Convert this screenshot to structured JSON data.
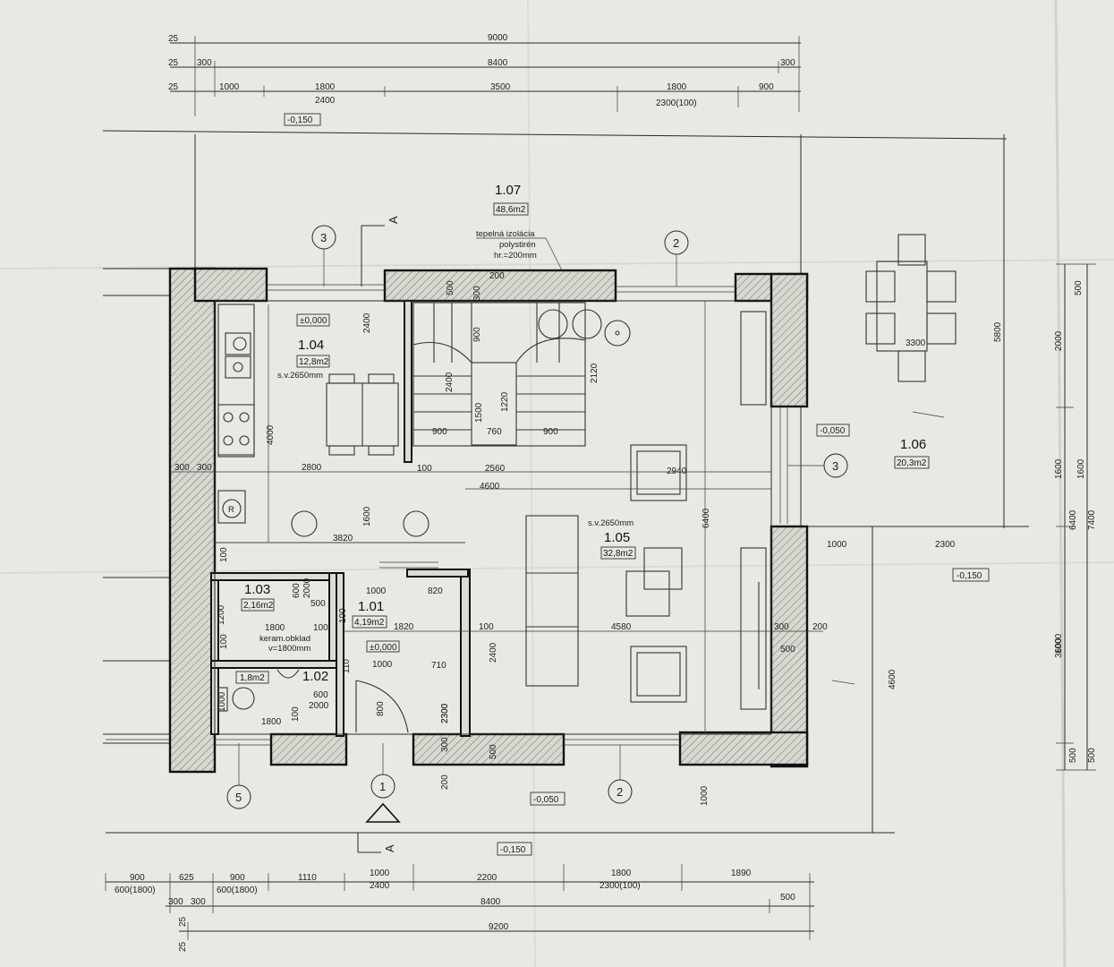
{
  "rooms": {
    "r107": {
      "num": "1.07",
      "area": "48,6m2"
    },
    "r104": {
      "num": "1.04",
      "area": "12,8m2",
      "height": "s.v.2650mm",
      "level": "±0,000"
    },
    "r105": {
      "num": "1.05",
      "area": "32,8m2",
      "height": "s.v.2650mm"
    },
    "r106": {
      "num": "1.06",
      "area": "20,3m2"
    },
    "r103": {
      "num": "1.03",
      "area": "2,16m2"
    },
    "r101": {
      "num": "1.01",
      "area": "4,19m2",
      "level": "±0,000"
    },
    "r102": {
      "num": "1.02",
      "area": "1,8m2"
    }
  },
  "notes": {
    "insulation": [
      "tepelná izolácia",
      "polystirén",
      "hr.=200mm"
    ],
    "tiles": [
      "keram.obklad",
      "v=1800mm"
    ]
  },
  "levels": {
    "top": "-0,150",
    "terrace": "-0,050",
    "right": "-0,150",
    "bottom_mid": "-0,050",
    "bottom": "-0,150"
  },
  "axes": {
    "a3_top": "3",
    "a2_top": "2",
    "a3_right": "3",
    "a5": "5",
    "a1": "1",
    "a2_bottom": "2"
  },
  "section": {
    "label": "A",
    "label_bottom": "A"
  },
  "dims_top": {
    "row1": [
      "25",
      "9000"
    ],
    "row2": [
      "25",
      "300",
      "8400",
      "300"
    ],
    "row3": [
      "25",
      "1000",
      "1800",
      "2400",
      "3500",
      "1800",
      "2300(100)",
      "900"
    ]
  },
  "dims_bottom": {
    "row1": [
      "900",
      "600(1800)",
      "625",
      "900",
      "600(1800)",
      "1110",
      "1000",
      "2400",
      "2200",
      "1800",
      "2300(100)",
      "1890"
    ],
    "row2": [
      "300",
      "300",
      "8400",
      "500"
    ],
    "row3": [
      "25",
      "25",
      "9200"
    ]
  },
  "dims_right": [
    "500",
    "2000",
    "1600",
    "6400",
    "7400",
    "3600",
    "500",
    "500"
  ],
  "dims_interior": {
    "kitchen": [
      "2400",
      "4000",
      "2800",
      "300",
      "300",
      "1600",
      "3820",
      "100",
      "100"
    ],
    "stair": [
      "500",
      "300",
      "200",
      "900",
      "2400",
      "1500",
      "1220",
      "2120",
      "900",
      "760",
      "900",
      "100",
      "2560",
      "4600",
      "2940"
    ],
    "living": [
      "6400",
      "4580",
      "100",
      "300",
      "200",
      "500",
      "2400",
      "1000",
      "2300"
    ],
    "terrace": [
      "3300",
      "5800",
      "1600",
      "1000",
      "2300",
      "4600",
      "1000"
    ],
    "wc": [
      "600",
      "2000",
      "500",
      "1800",
      "100",
      "1200",
      "100",
      "1000",
      "820",
      "1820",
      "1000",
      "710",
      "110",
      "800",
      "2300",
      "300",
      "500",
      "200",
      "600",
      "2000",
      "1800",
      "100",
      "1000"
    ]
  }
}
